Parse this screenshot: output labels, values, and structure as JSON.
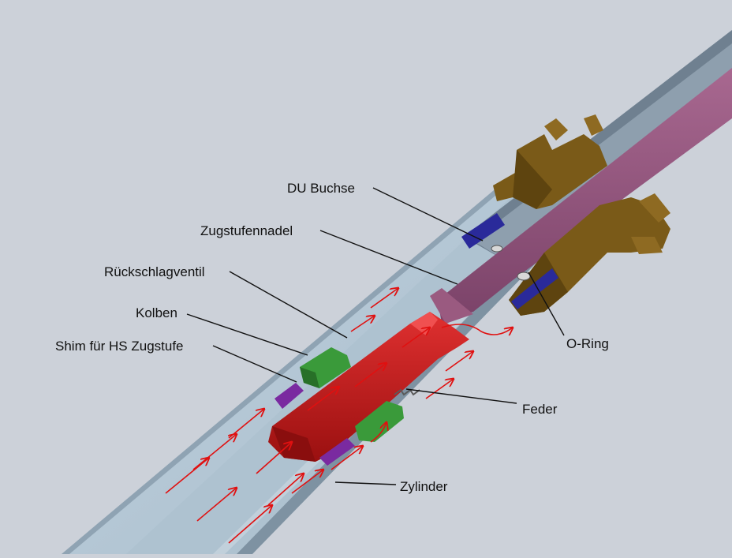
{
  "labels": {
    "du_buchse": "DU Buchse",
    "zugstufennadel": "Zugstufennadel",
    "rueckschlagventil": "Rückschlagventil",
    "kolben": "Kolben",
    "shim": "Shim für HS Zugstufe",
    "o_ring": "O-Ring",
    "feder": "Feder",
    "zylinder": "Zylinder"
  },
  "colors": {
    "background": "#ccd1d9",
    "cylinder_fill": "#b3c6d4",
    "cylinder_wall": "#8496a6",
    "piston_rod": "#c01b1b",
    "needle_rod": "#9a5a80",
    "kolben": "#3a9a3a",
    "shim": "#7a2aa0",
    "bushing": "#7a5a18",
    "du_bushing": "#2a2a9a",
    "flow_arrow": "#e01010"
  }
}
